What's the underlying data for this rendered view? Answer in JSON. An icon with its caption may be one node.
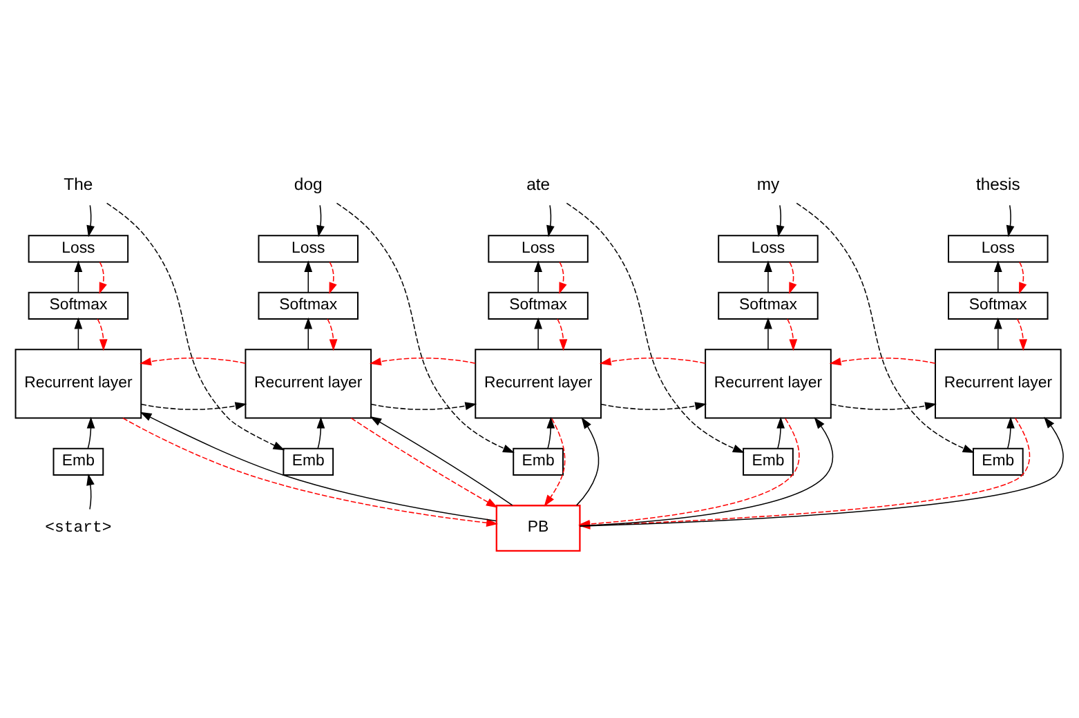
{
  "diagram": {
    "nodes": [
      {
        "text": [
          "The"
        ]
      },
      {
        "text": [
          "dog"
        ]
      },
      {
        "text": [
          "ate"
        ]
      },
      {
        "text": [
          "my"
        ]
      },
      {
        "text": [
          "thesis"
        ]
      },
      {
        "text": [
          "Loss"
        ]
      },
      {
        "text": [
          "Loss"
        ]
      },
      {
        "text": [
          "Loss"
        ]
      },
      {
        "text": [
          "Loss"
        ]
      },
      {
        "text": [
          "Loss"
        ]
      },
      {
        "text": [
          "Softmax"
        ]
      },
      {
        "text": [
          "Softmax"
        ]
      },
      {
        "text": [
          "Softmax"
        ]
      },
      {
        "text": [
          "Softmax"
        ]
      },
      {
        "text": [
          "Softmax"
        ]
      },
      {
        "text": [
          "Recurrent layer"
        ]
      },
      {
        "text": [
          "Recurrent layer"
        ]
      },
      {
        "text": [
          "Recurrent layer"
        ]
      },
      {
        "text": [
          "Recurrent layer"
        ]
      },
      {
        "text": [
          "Recurrent layer"
        ]
      },
      {
        "text": [
          "Emb"
        ]
      },
      {
        "text": [
          "Emb"
        ]
      },
      {
        "text": [
          "Emb"
        ]
      },
      {
        "text": [
          "Emb"
        ]
      },
      {
        "text": [
          "Emb"
        ]
      },
      {
        "text": [
          "<start>"
        ]
      },
      {
        "text": [
          "PB"
        ]
      }
    ],
    "edges": [
      {
        "from": 0,
        "to": 5,
        "arrow": "to"
      },
      {
        "from": 1,
        "to": 6,
        "arrow": "to"
      },
      {
        "from": 2,
        "to": 7,
        "arrow": "to"
      },
      {
        "from": 3,
        "to": 8,
        "arrow": "to"
      },
      {
        "from": 4,
        "to": 9,
        "arrow": "to"
      },
      {
        "from": 0,
        "to": 21,
        "arrow": "to",
        "style": "dashed"
      },
      {
        "from": 1,
        "to": 22,
        "arrow": "to",
        "style": "dashed"
      },
      {
        "from": 2,
        "to": 23,
        "arrow": "to",
        "style": "dashed"
      },
      {
        "from": 3,
        "to": 24,
        "arrow": "to",
        "style": "dashed"
      },
      {
        "from": 10,
        "to": 5,
        "arrow": "to"
      },
      {
        "from": 11,
        "to": 6,
        "arrow": "to"
      },
      {
        "from": 12,
        "to": 7,
        "arrow": "to"
      },
      {
        "from": 13,
        "to": 8,
        "arrow": "to"
      },
      {
        "from": 14,
        "to": 9,
        "arrow": "to"
      },
      {
        "from": 5,
        "to": 10,
        "arrow": "to",
        "style": "dashed",
        "color": "#ff0000"
      },
      {
        "from": 6,
        "to": 11,
        "arrow": "to",
        "style": "dashed",
        "color": "#ff0000"
      },
      {
        "from": 7,
        "to": 12,
        "arrow": "to",
        "style": "dashed",
        "color": "#ff0000"
      },
      {
        "from": 8,
        "to": 13,
        "arrow": "to",
        "style": "dashed",
        "color": "#ff0000"
      },
      {
        "from": 9,
        "to": 14,
        "arrow": "to",
        "style": "dashed",
        "color": "#ff0000"
      },
      {
        "from": 15,
        "to": 10,
        "arrow": "to"
      },
      {
        "from": 16,
        "to": 11,
        "arrow": "to"
      },
      {
        "from": 17,
        "to": 12,
        "arrow": "to"
      },
      {
        "from": 18,
        "to": 13,
        "arrow": "to"
      },
      {
        "from": 19,
        "to": 14,
        "arrow": "to"
      },
      {
        "from": 10,
        "to": 15,
        "arrow": "to",
        "style": "dashed",
        "color": "#ff0000"
      },
      {
        "from": 11,
        "to": 16,
        "arrow": "to",
        "style": "dashed",
        "color": "#ff0000"
      },
      {
        "from": 12,
        "to": 17,
        "arrow": "to",
        "style": "dashed",
        "color": "#ff0000"
      },
      {
        "from": 13,
        "to": 18,
        "arrow": "to",
        "style": "dashed",
        "color": "#ff0000"
      },
      {
        "from": 14,
        "to": 19,
        "arrow": "to",
        "style": "dashed",
        "color": "#ff0000"
      },
      {
        "from": 15,
        "to": 16,
        "arrow": "to",
        "style": "dashed"
      },
      {
        "from": 16,
        "to": 17,
        "arrow": "to",
        "style": "dashed"
      },
      {
        "from": 17,
        "to": 18,
        "arrow": "to",
        "style": "dashed"
      },
      {
        "from": 18,
        "to": 19,
        "arrow": "to",
        "style": "dashed"
      },
      {
        "from": 16,
        "to": 15,
        "arrow": "to",
        "style": "dashed",
        "color": "#ff0000"
      },
      {
        "from": 17,
        "to": 16,
        "arrow": "to",
        "style": "dashed",
        "color": "#ff0000"
      },
      {
        "from": 18,
        "to": 17,
        "arrow": "to",
        "style": "dashed",
        "color": "#ff0000"
      },
      {
        "from": 19,
        "to": 18,
        "arrow": "to",
        "style": "dashed",
        "color": "#ff0000"
      },
      {
        "from": 20,
        "to": 15,
        "arrow": "to"
      },
      {
        "from": 21,
        "to": 16,
        "arrow": "to"
      },
      {
        "from": 22,
        "to": 17,
        "arrow": "to"
      },
      {
        "from": 23,
        "to": 18,
        "arrow": "to"
      },
      {
        "from": 24,
        "to": 19,
        "arrow": "to"
      },
      {
        "from": 25,
        "to": 20,
        "arrow": "to"
      },
      {
        "from": 26,
        "to": 15,
        "arrow": "to"
      },
      {
        "from": 26,
        "to": 16,
        "arrow": "to"
      },
      {
        "from": 26,
        "to": 17,
        "arrow": "to"
      },
      {
        "from": 26,
        "to": 18,
        "arrow": "to"
      },
      {
        "from": 26,
        "to": 19,
        "arrow": "to"
      },
      {
        "from": 15,
        "to": 26,
        "arrow": "to",
        "style": "dashed",
        "color": "#ff0000"
      },
      {
        "from": 16,
        "to": 26,
        "arrow": "to",
        "style": "dashed",
        "color": "#ff0000"
      },
      {
        "from": 17,
        "to": 26,
        "arrow": "to",
        "style": "dashed",
        "color": "#ff0000"
      },
      {
        "from": 18,
        "to": 26,
        "arrow": "to",
        "style": "dashed",
        "color": "#ff0000"
      },
      {
        "from": 19,
        "to": 26,
        "arrow": "to",
        "style": "dashed",
        "color": "#ff0000"
      }
    ]
  }
}
